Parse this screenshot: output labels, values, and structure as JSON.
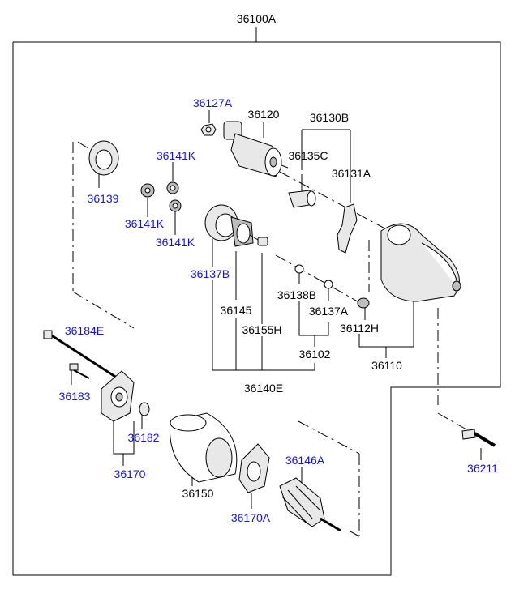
{
  "labels": {
    "assembly": "36100A",
    "p36127A": "36127A",
    "p36120": "36120",
    "p36130B": "36130B",
    "p36135C": "36135C",
    "p36131A": "36131A",
    "p36141K_1": "36141K",
    "p36139": "36139",
    "p36141K_2": "36141K",
    "p36141K_3": "36141K",
    "p36137B": "36137B",
    "p36145": "36145",
    "p36155H": "36155H",
    "p36138B": "36138B",
    "p36137A": "36137A",
    "p36112H": "36112H",
    "p36102": "36102",
    "p36110": "36110",
    "p36140E": "36140E",
    "p36184E": "36184E",
    "p36183": "36183",
    "p36182": "36182",
    "p36170": "36170",
    "p36150": "36150",
    "p36146A": "36146A",
    "p36170A": "36170A",
    "p36211": "36211"
  },
  "colors": {
    "label_blue": "#1414d2",
    "label_black": "#000000",
    "line": "#000000"
  }
}
